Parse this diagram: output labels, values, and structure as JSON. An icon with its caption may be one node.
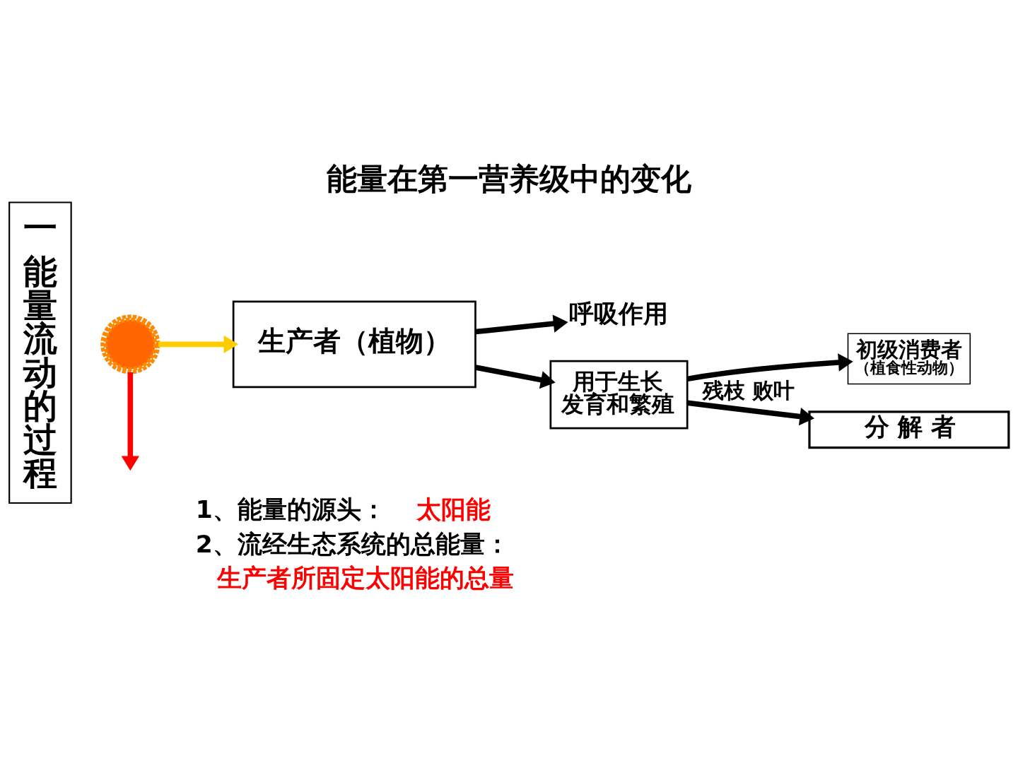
{
  "diagram": {
    "title": "能量在第一营养级中的变化",
    "nodes": [
      {
        "text": [
          "一",
          "能量流动的过程"
        ]
      },
      {
        "text": [],
        "shape": "sun"
      },
      {
        "text": [
          "呼吸作用"
        ]
      },
      {
        "text": [
          "生产者（植物）"
        ]
      },
      {
        "text": [
          "用于生长发育和繁殖"
        ]
      },
      {
        "text": [
          "初级消费者",
          "（植食性动物）"
        ]
      },
      {
        "text": [
          "分 解 者"
        ]
      }
    ],
    "edges": [
      {
        "from": 1,
        "to": 3,
        "arrow": "to",
        "color": "#ffcc00"
      },
      {
        "from": 1,
        "to": null,
        "arrow": "to",
        "color": "#ff0000"
      },
      {
        "from": 3,
        "to": 2,
        "arrow": "to"
      },
      {
        "from": 3,
        "to": 4,
        "arrow": "to"
      },
      {
        "from": 4,
        "to": 5,
        "arrow": "to"
      },
      {
        "from": 4,
        "to": 6,
        "arrow": "to",
        "label": "残枝 败叶"
      }
    ],
    "labels": [
      "1、能量的源头：",
      "太阳能",
      "2、流经生态系统的总能量：",
      "生产者所固定太阳能的总量"
    ]
  }
}
